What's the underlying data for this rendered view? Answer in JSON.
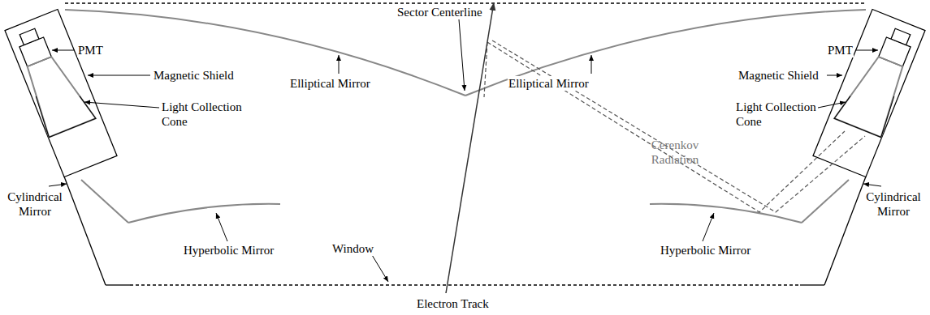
{
  "diagram": {
    "labels": [
      "PMT",
      "Magnetic Shield",
      "Light Collection Cone",
      "Elliptical Mirror",
      "Sector Centerline",
      "Elliptical Mirror",
      "PMT",
      "Magnetic Shield",
      "Light Collection Cone",
      "Cerenkov Radiation",
      "Cylindrical Mirror",
      "Hyperbolic Mirror",
      "Window",
      "Hyperbolic Mirror",
      "Cylindrical Mirror",
      "Electron Track"
    ]
  }
}
